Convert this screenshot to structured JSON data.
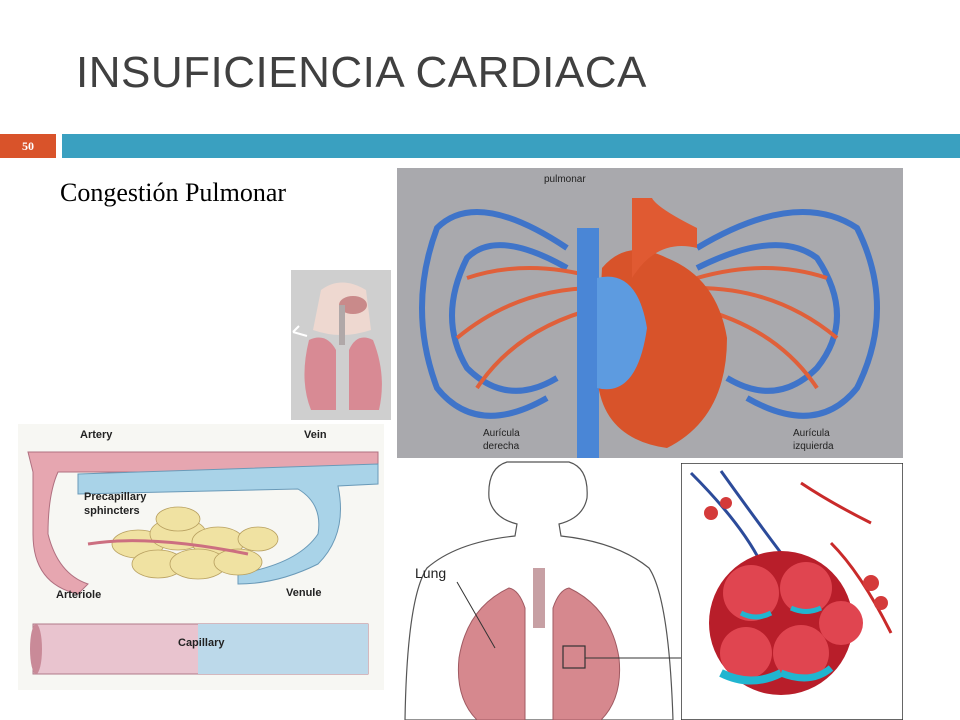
{
  "slide": {
    "title": "INSUFICIENCIA CARDIACA",
    "slide_number": "50",
    "subtitle": "Congestión Pulmonar"
  },
  "heart_diagram": {
    "label_top": "pulmonar",
    "label_left": "Aurícula derecha",
    "label_left_1": "Aurícula",
    "label_left_2": "derecha",
    "label_right_1": "Aurícula",
    "label_right_2": "izquierda"
  },
  "capillary_diagram": {
    "artery": "Artery",
    "vein": "Vein",
    "precap_1": "Precapillary",
    "precap_2": "sphincters",
    "arteriole": "Arteriole",
    "venule": "Venule",
    "capillary": "Capillary"
  },
  "lung_diagram": {
    "lung": "Lung"
  },
  "colors": {
    "accent_orange": "#d9532a",
    "accent_blue": "#3aa0c0",
    "title_gray": "#404040"
  }
}
